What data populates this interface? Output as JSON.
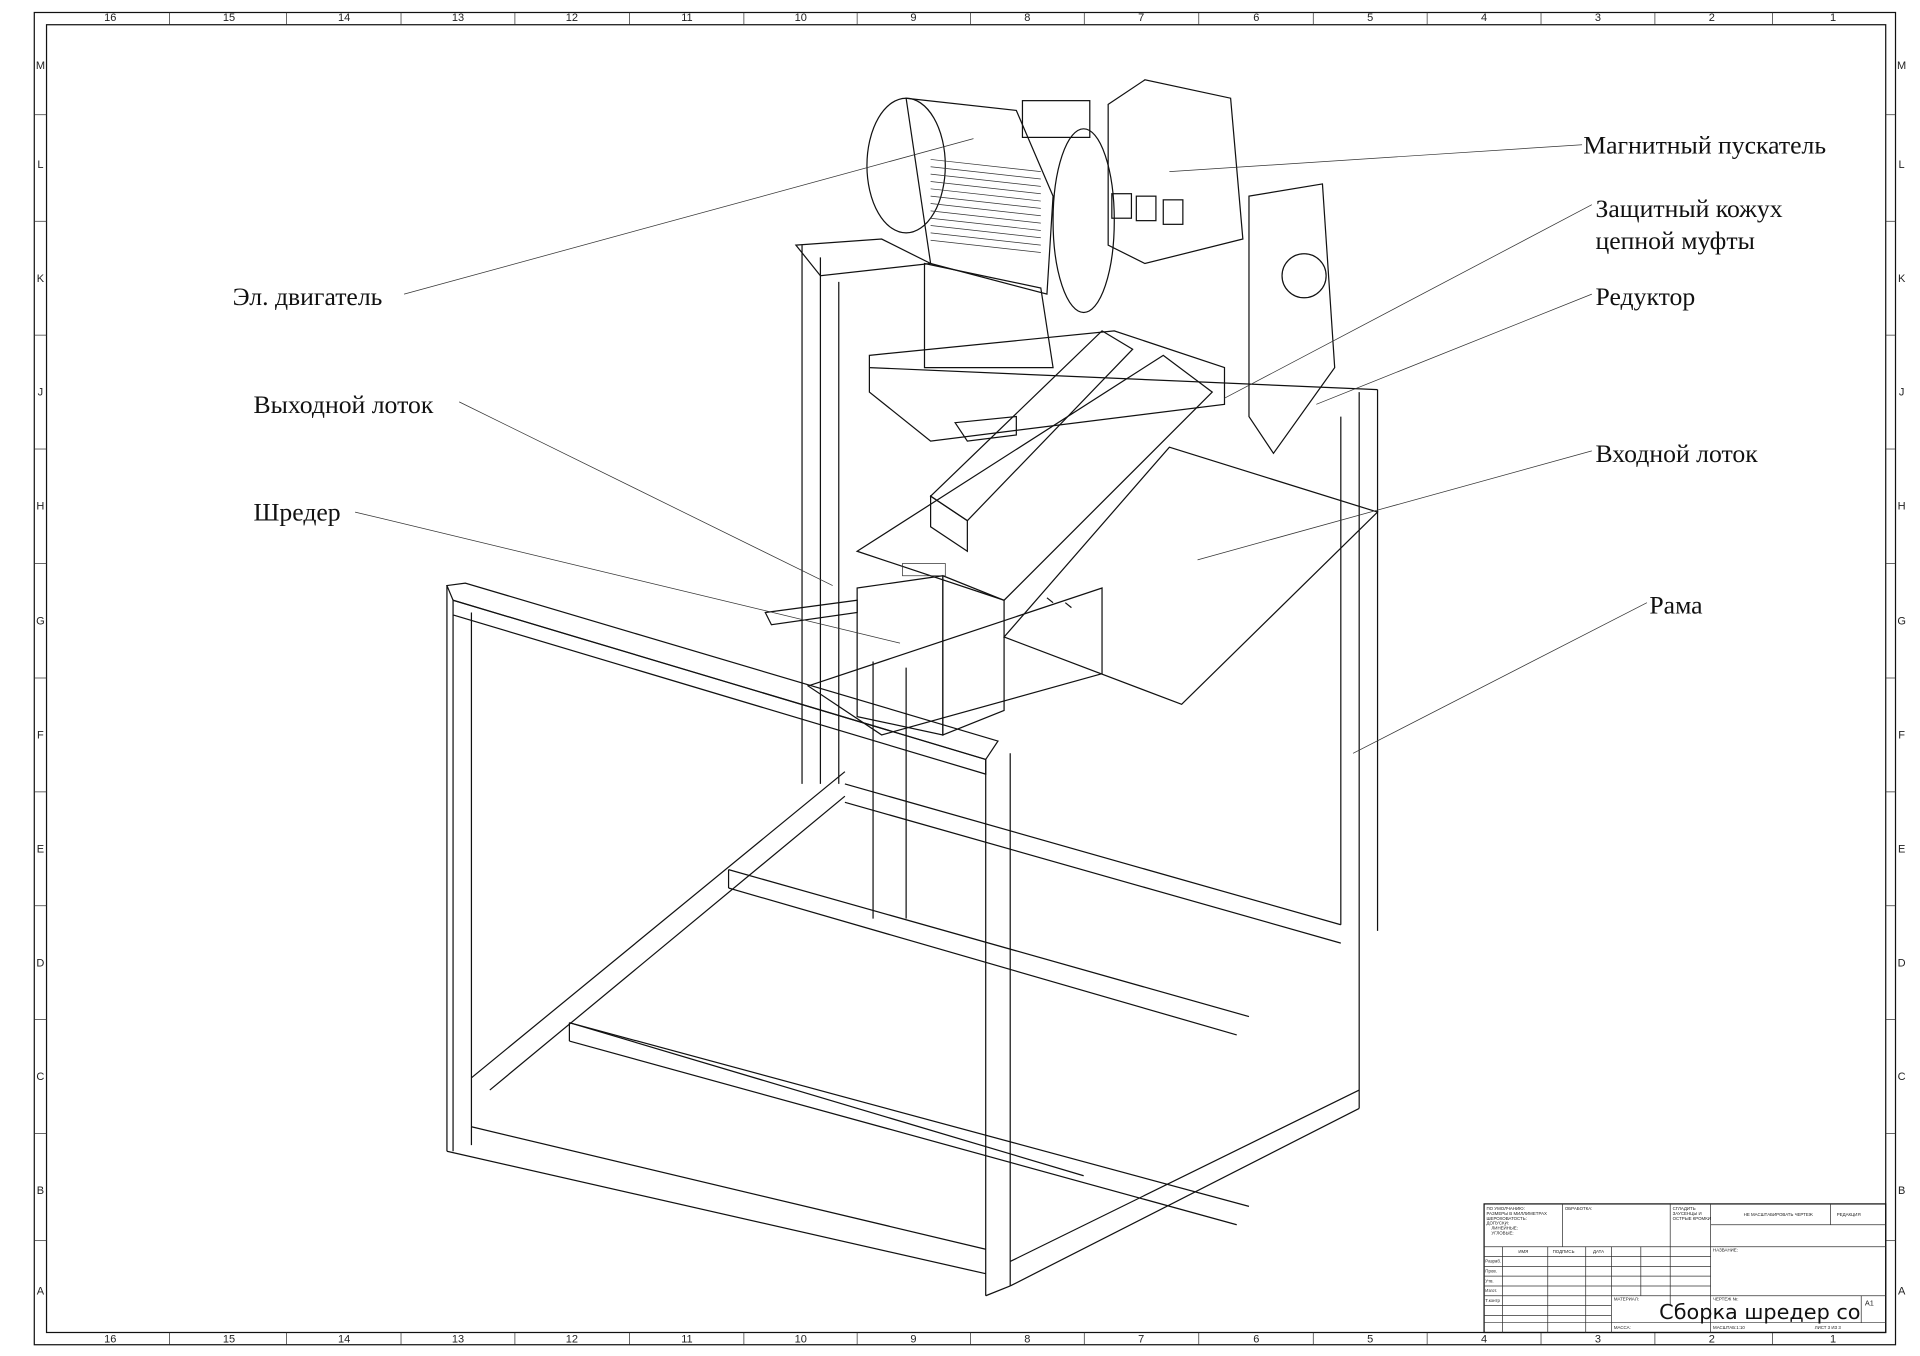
{
  "grid": {
    "columns": [
      "16",
      "15",
      "14",
      "13",
      "12",
      "11",
      "10",
      "9",
      "8",
      "7",
      "6",
      "5",
      "4",
      "3",
      "2",
      "1"
    ],
    "rows": [
      "M",
      "L",
      "K",
      "J",
      "H",
      "G",
      "F",
      "E",
      "D",
      "C",
      "B",
      "A"
    ]
  },
  "labels": {
    "motor": "Эл. двигатель",
    "starter": "Магнитный пускатель",
    "guard_line1": "Защитный кожух",
    "guard_line2": "цепной муфты",
    "reducer": "Редуктор",
    "output_tray": "Выходной лоток",
    "input_tray": "Входной лоток",
    "shredder": "Шредер",
    "frame": "Рама"
  },
  "title_block": {
    "defaults": [
      "ПО УМОЛЧАНИЮ:",
      "РАЗМЕРЫ В МИЛЛИМЕТРАХ",
      "ШЕРОХОВАТОСТЬ:",
      "ДОПУСКИ:",
      "ЛИНЕЙНЫЕ:",
      "УГЛОВЫЕ:"
    ],
    "finish": "ОБРАБОТКА:",
    "deburr": [
      "СГЛАДИТЬ",
      "ЗАУСЕНЦЫ И",
      "ОСТРЫЕ КРОМКИ"
    ],
    "no_scale": "НЕ МАСШТАБИРОВАТЬ ЧЕРТЕЖ",
    "revision": "РЕДАКЦИЯ",
    "headers": [
      "ИМЯ",
      "ПОДПИСЬ",
      "ДАТА"
    ],
    "roles": [
      "Разраб.",
      "Пров.",
      "Утв.",
      "Изгот.",
      "Т.контр"
    ],
    "name_label": "НАЗВАНИЕ:",
    "material": "МАТЕРИАЛ:",
    "drawing_no": "ЧЕРТЕЖ №:",
    "size": "A1",
    "mass": "МАССА:",
    "scale": "МАСШТАБ:1:10",
    "sheet": "ЛИСТ 3 ИЗ 3",
    "title": "Сборка шредер со столом"
  }
}
